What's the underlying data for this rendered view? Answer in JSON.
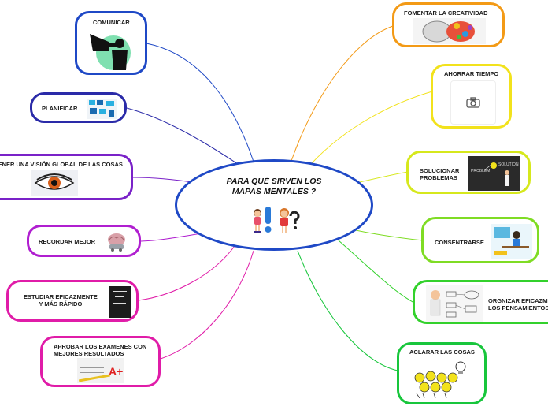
{
  "center": {
    "line1": "PARA QUÉ SIRVEN LOS",
    "line2": "MAPAS MENTALES ?"
  },
  "left": {
    "comunicar": "COMUNICAR",
    "planificar": "PLANIFICAR",
    "vision": "TENER UNA VISIÓN GLOBAL DE LAS COSAS",
    "recordar": "RECORDAR MEJOR",
    "estudiar_1": "ESTUDIAR EFICAZMENTE",
    "estudiar_2": "Y MÁS RÁPIDO",
    "aprobar_1": "APROBAR LOS EXAMENES CON",
    "aprobar_2": "MEJORES RESULTADOS"
  },
  "right": {
    "fomentar": "FOMENTAR LA CREATIVIDAD",
    "ahorrar": "AHORRAR TIEMPO",
    "solucionar_1": "SOLUCIONAR",
    "solucionar_2": "PROBLEMAS",
    "concentrarse": "CONSENTRARSE",
    "organizar_1": "ORGNIZAR EFICAZMENTE",
    "organizar_2": "LOS PENSAMIENTOS",
    "aclarar": "ACLARAR LAS COSAS"
  },
  "image_text": {
    "problem": "PROBLEM",
    "solution": "SOLUTION"
  },
  "colors": {
    "center": "#1f49c6",
    "comunicar": "#1f49c6",
    "planificar": "#2a2aa8",
    "vision": "#7a22c8",
    "recordar": "#b01fd0",
    "estudiar": "#e01ca8",
    "aprobar": "#e01ca8",
    "fomentar": "#f39a16",
    "ahorrar": "#f2e21c",
    "solucionar": "#d6e81c",
    "concentrarse": "#7fdc24",
    "organizar": "#33d12c",
    "aclarar": "#18c63c"
  },
  "icons": {
    "comunicar": "megaphone-person-icon",
    "planificar": "planning-board-icon",
    "vision": "eye-icon",
    "recordar": "brain-icon",
    "estudiar": "study-card-icon",
    "aprobar": "exam-paper-icon",
    "fomentar": "creative-brain-icon",
    "ahorrar": "camera-icon",
    "solucionar": "problem-solution-icon",
    "concentrarse": "desk-worker-icon",
    "organizar": "flowchart-icon",
    "aclarar": "lightbulb-crowd-icon",
    "center": "kids-exclamation-question-icon"
  }
}
